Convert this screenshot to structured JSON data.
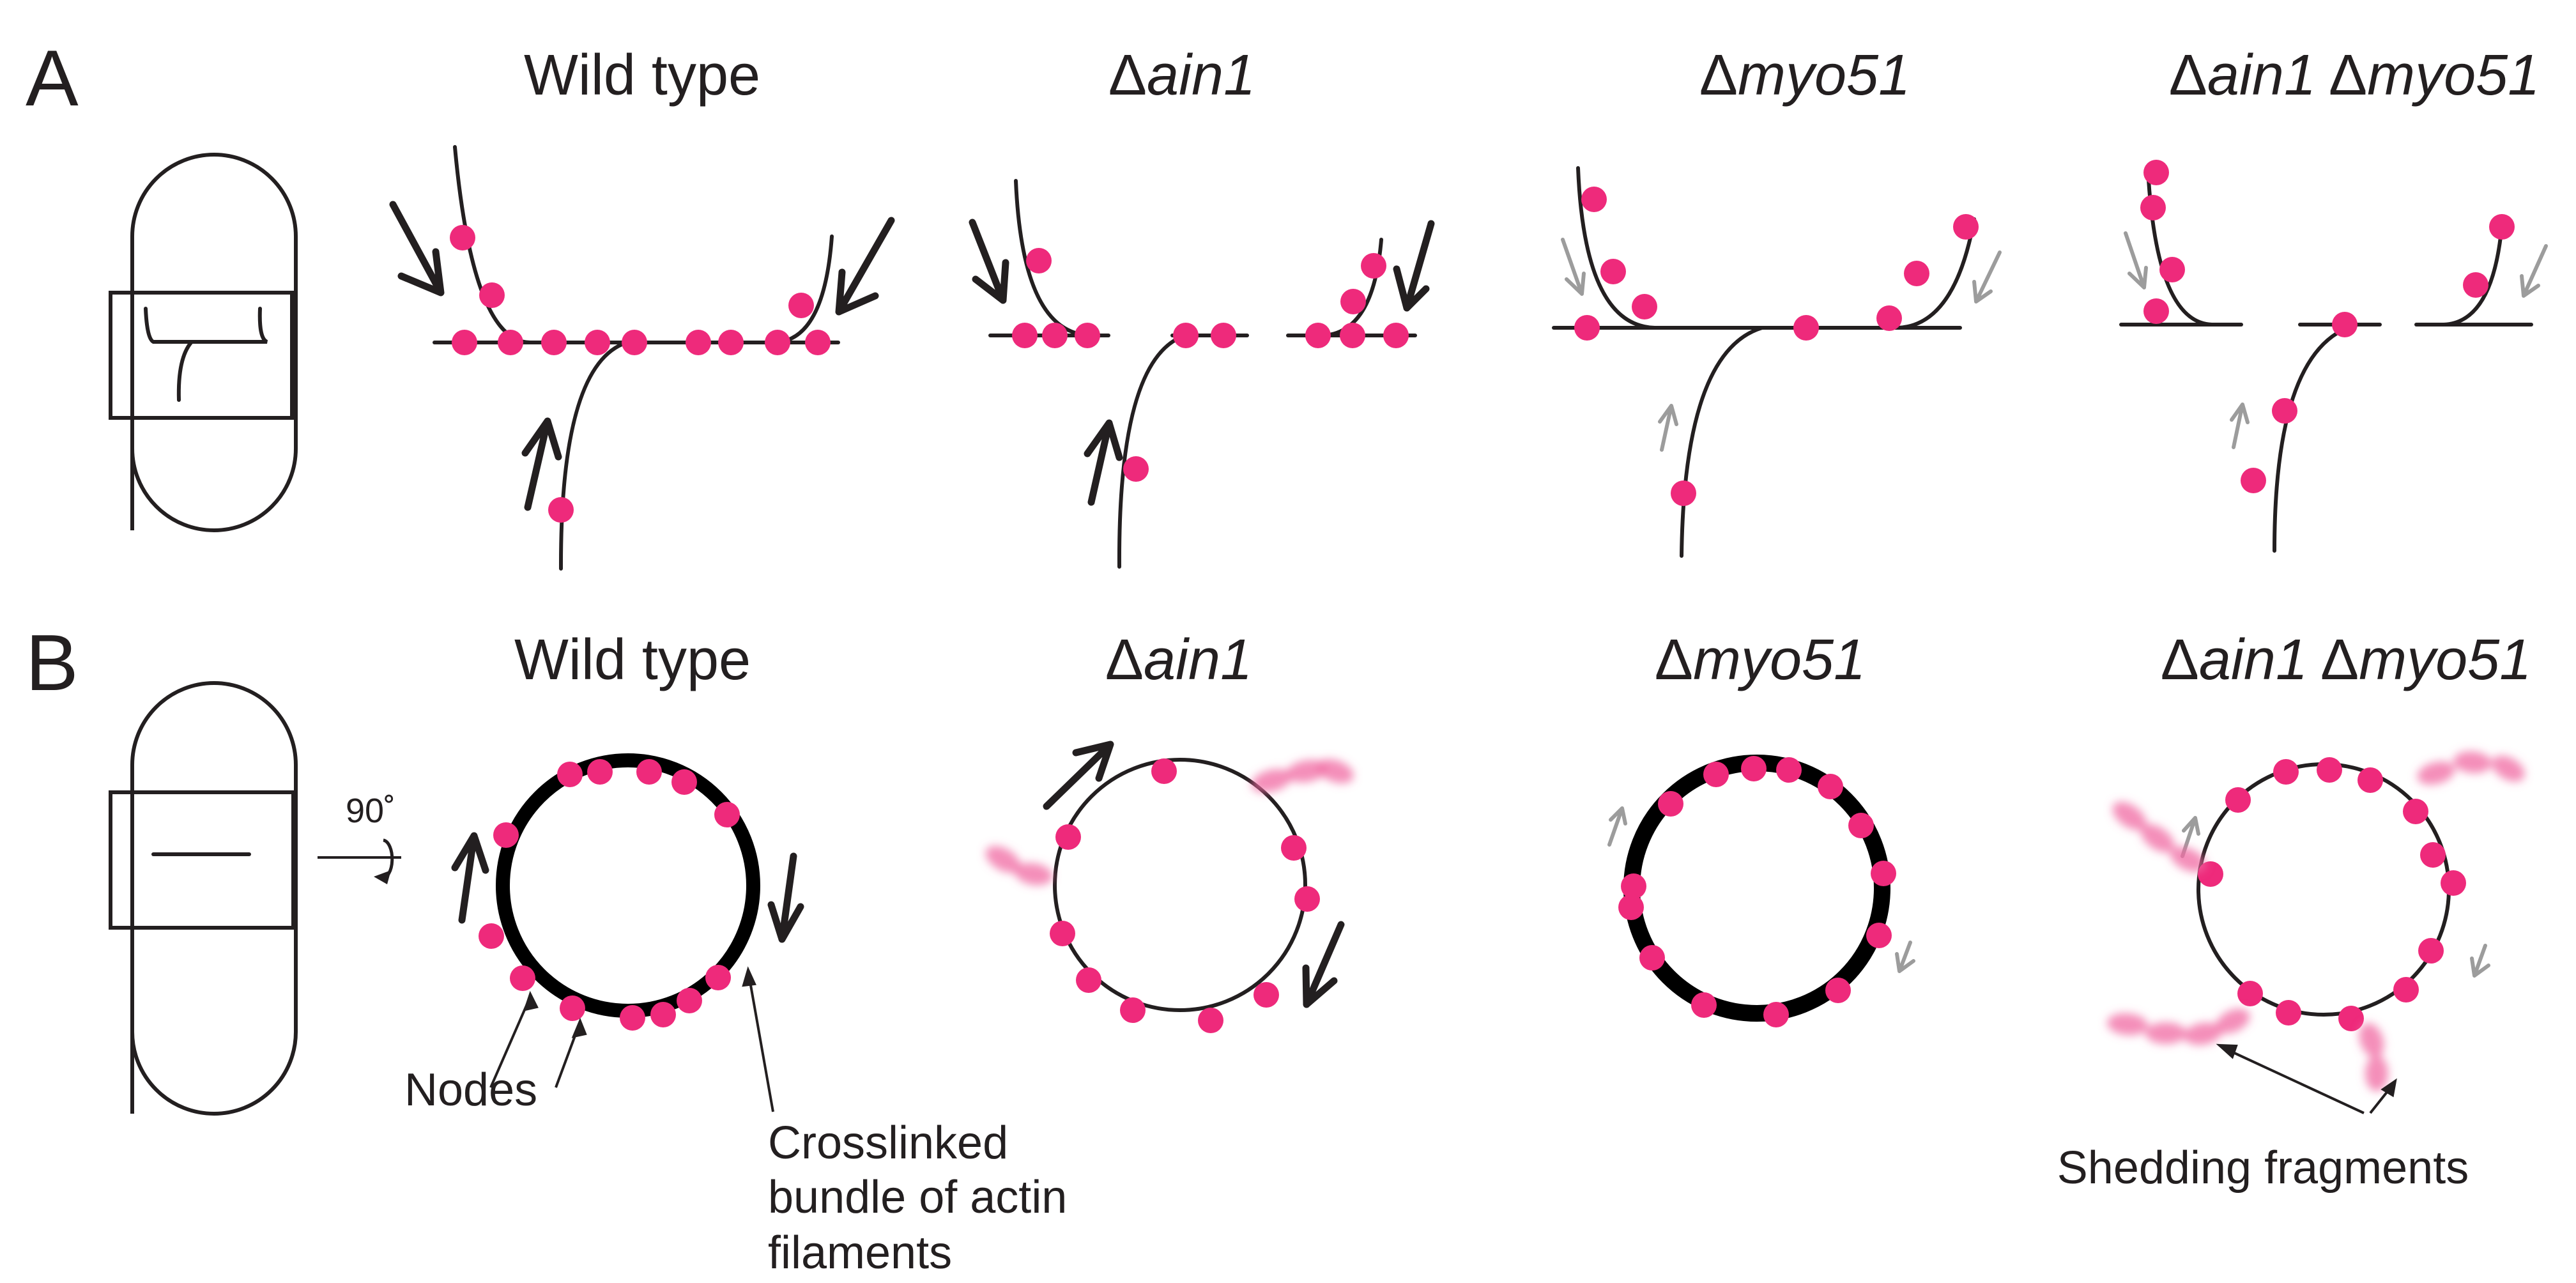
{
  "panels": {
    "a": {
      "letter": "A",
      "titles": [
        "Wild type",
        "ain1",
        "myo51",
        "ain1",
        "myo51"
      ],
      "delta": "Δ"
    },
    "b": {
      "letter": "B",
      "titles": [
        "Wild type",
        "ain1",
        "myo51",
        "ain1",
        "myo51"
      ],
      "delta": "Δ",
      "rotation_label": "90˚"
    }
  },
  "annotations": {
    "nodes": "Nodes",
    "bundle_line1": "Crosslinked",
    "bundle_line2": "bundle of actin",
    "bundle_line3": "filaments",
    "shedding": "Shedding fragments"
  },
  "colors": {
    "node": "#ee2a7b",
    "filament": "#231f20",
    "weak_arrow": "#9c9c9c"
  }
}
